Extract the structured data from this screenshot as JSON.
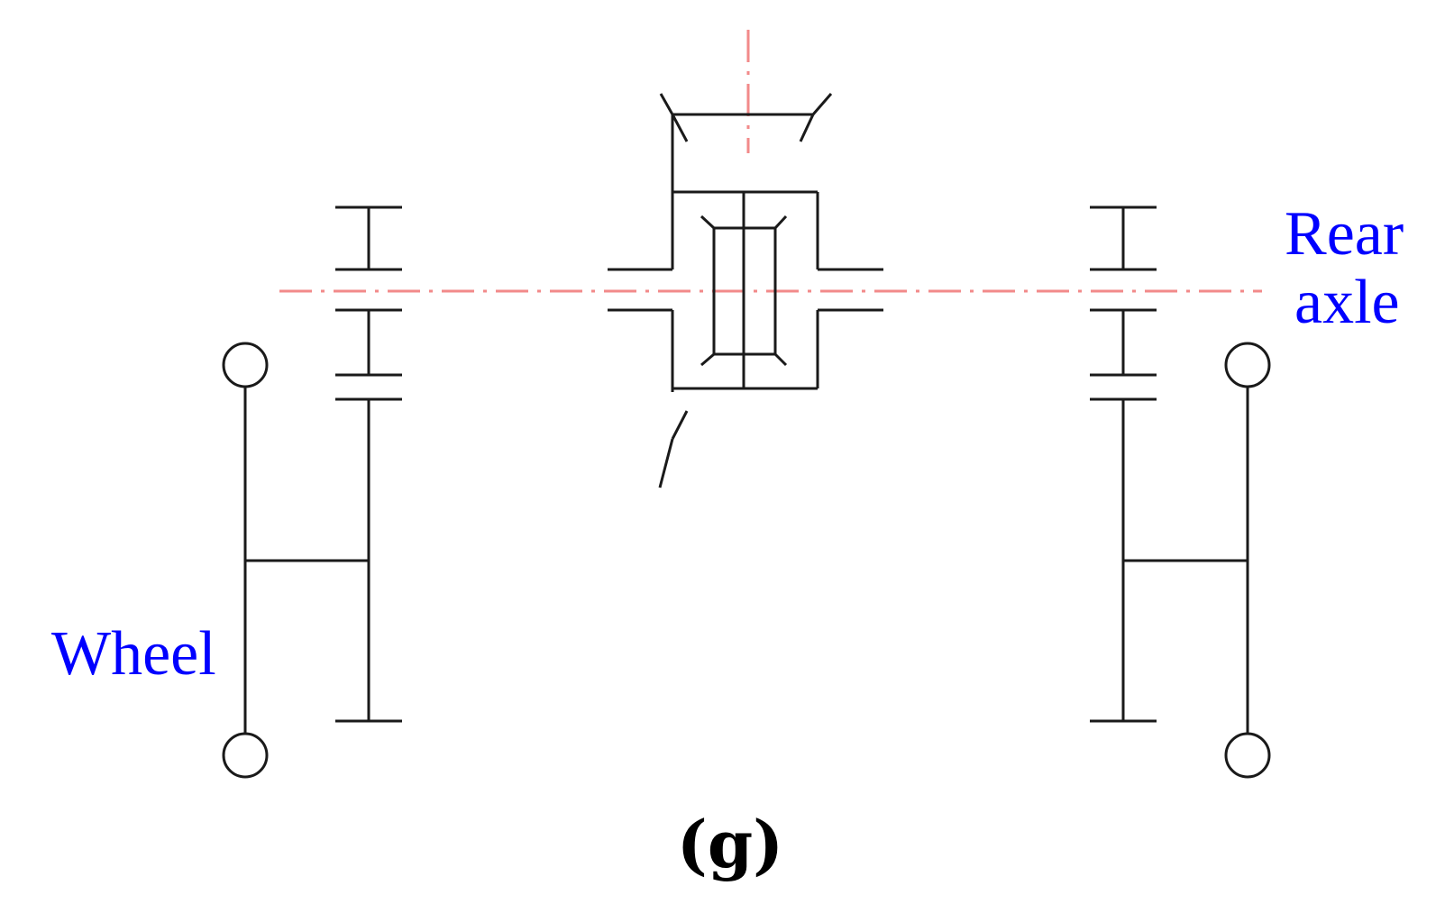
{
  "labels": {
    "rear_axle_line1": "Rear",
    "rear_axle_line2": "axle",
    "wheel": "Wheel",
    "caption": "(g)"
  },
  "colors": {
    "label": "#0000ff",
    "centerline": "#f28a8a",
    "stroke": "#1a1a1a",
    "caption": "#000000"
  }
}
